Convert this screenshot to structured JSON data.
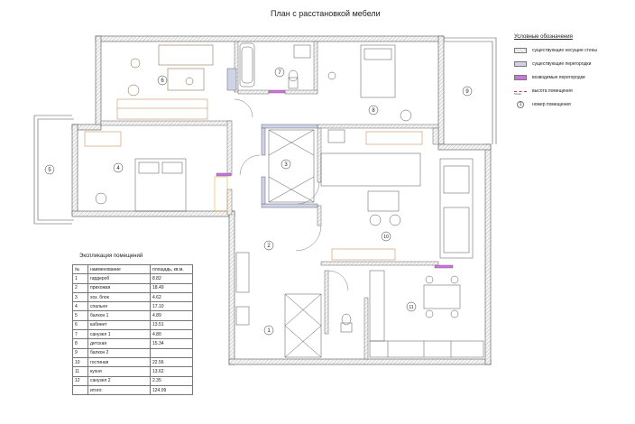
{
  "title": "План с расстановкой мебели",
  "legend": {
    "title": "Условные обозначения",
    "items": [
      {
        "kind": "walls",
        "label": "существующие несущие стены"
      },
      {
        "kind": "partitions",
        "label": "существующие перегородки"
      },
      {
        "kind": "new",
        "label": "возводимые перегородки"
      },
      {
        "kind": "height",
        "label": "высота помещения",
        "marker": "h=xxx"
      },
      {
        "kind": "room",
        "label": "номер помещения",
        "marker": "1"
      }
    ]
  },
  "explication": {
    "title": "Экспликация помещений",
    "headers": [
      "№",
      "наименование",
      "площадь, кв.м."
    ],
    "rows": [
      [
        "1",
        "гардероб",
        "8.82"
      ],
      [
        "2",
        "прихожая",
        "18.49"
      ],
      [
        "3",
        "хоз. блок",
        "4.62"
      ],
      [
        "4",
        "спальня",
        "17.10"
      ],
      [
        "5",
        "балкон 1",
        "4.89"
      ],
      [
        "6",
        "кабинет",
        "13.51"
      ],
      [
        "7",
        "санузел 1",
        "4.80"
      ],
      [
        "8",
        "детская",
        "15.34"
      ],
      [
        "9",
        "балкон 2",
        ""
      ],
      [
        "10",
        "гостиная",
        "22.56"
      ],
      [
        "11",
        "кухня",
        "13.62"
      ],
      [
        "12",
        "санузел 2",
        "2.35"
      ]
    ],
    "total_label": "итого:",
    "total_value": "124.09"
  },
  "rooms": [
    {
      "num": "1"
    },
    {
      "num": "2"
    },
    {
      "num": "3"
    },
    {
      "num": "4"
    },
    {
      "num": "5"
    },
    {
      "num": "6"
    },
    {
      "num": "7"
    },
    {
      "num": "8"
    },
    {
      "num": "9"
    },
    {
      "num": "10"
    },
    {
      "num": "11"
    }
  ],
  "colors": {
    "wall_hatch": "#d8d8d8",
    "partition": "#cfd3e8",
    "new_partition": "#c878d8",
    "floor_line": "#c07840",
    "hanger_rail": "#e0a020"
  }
}
